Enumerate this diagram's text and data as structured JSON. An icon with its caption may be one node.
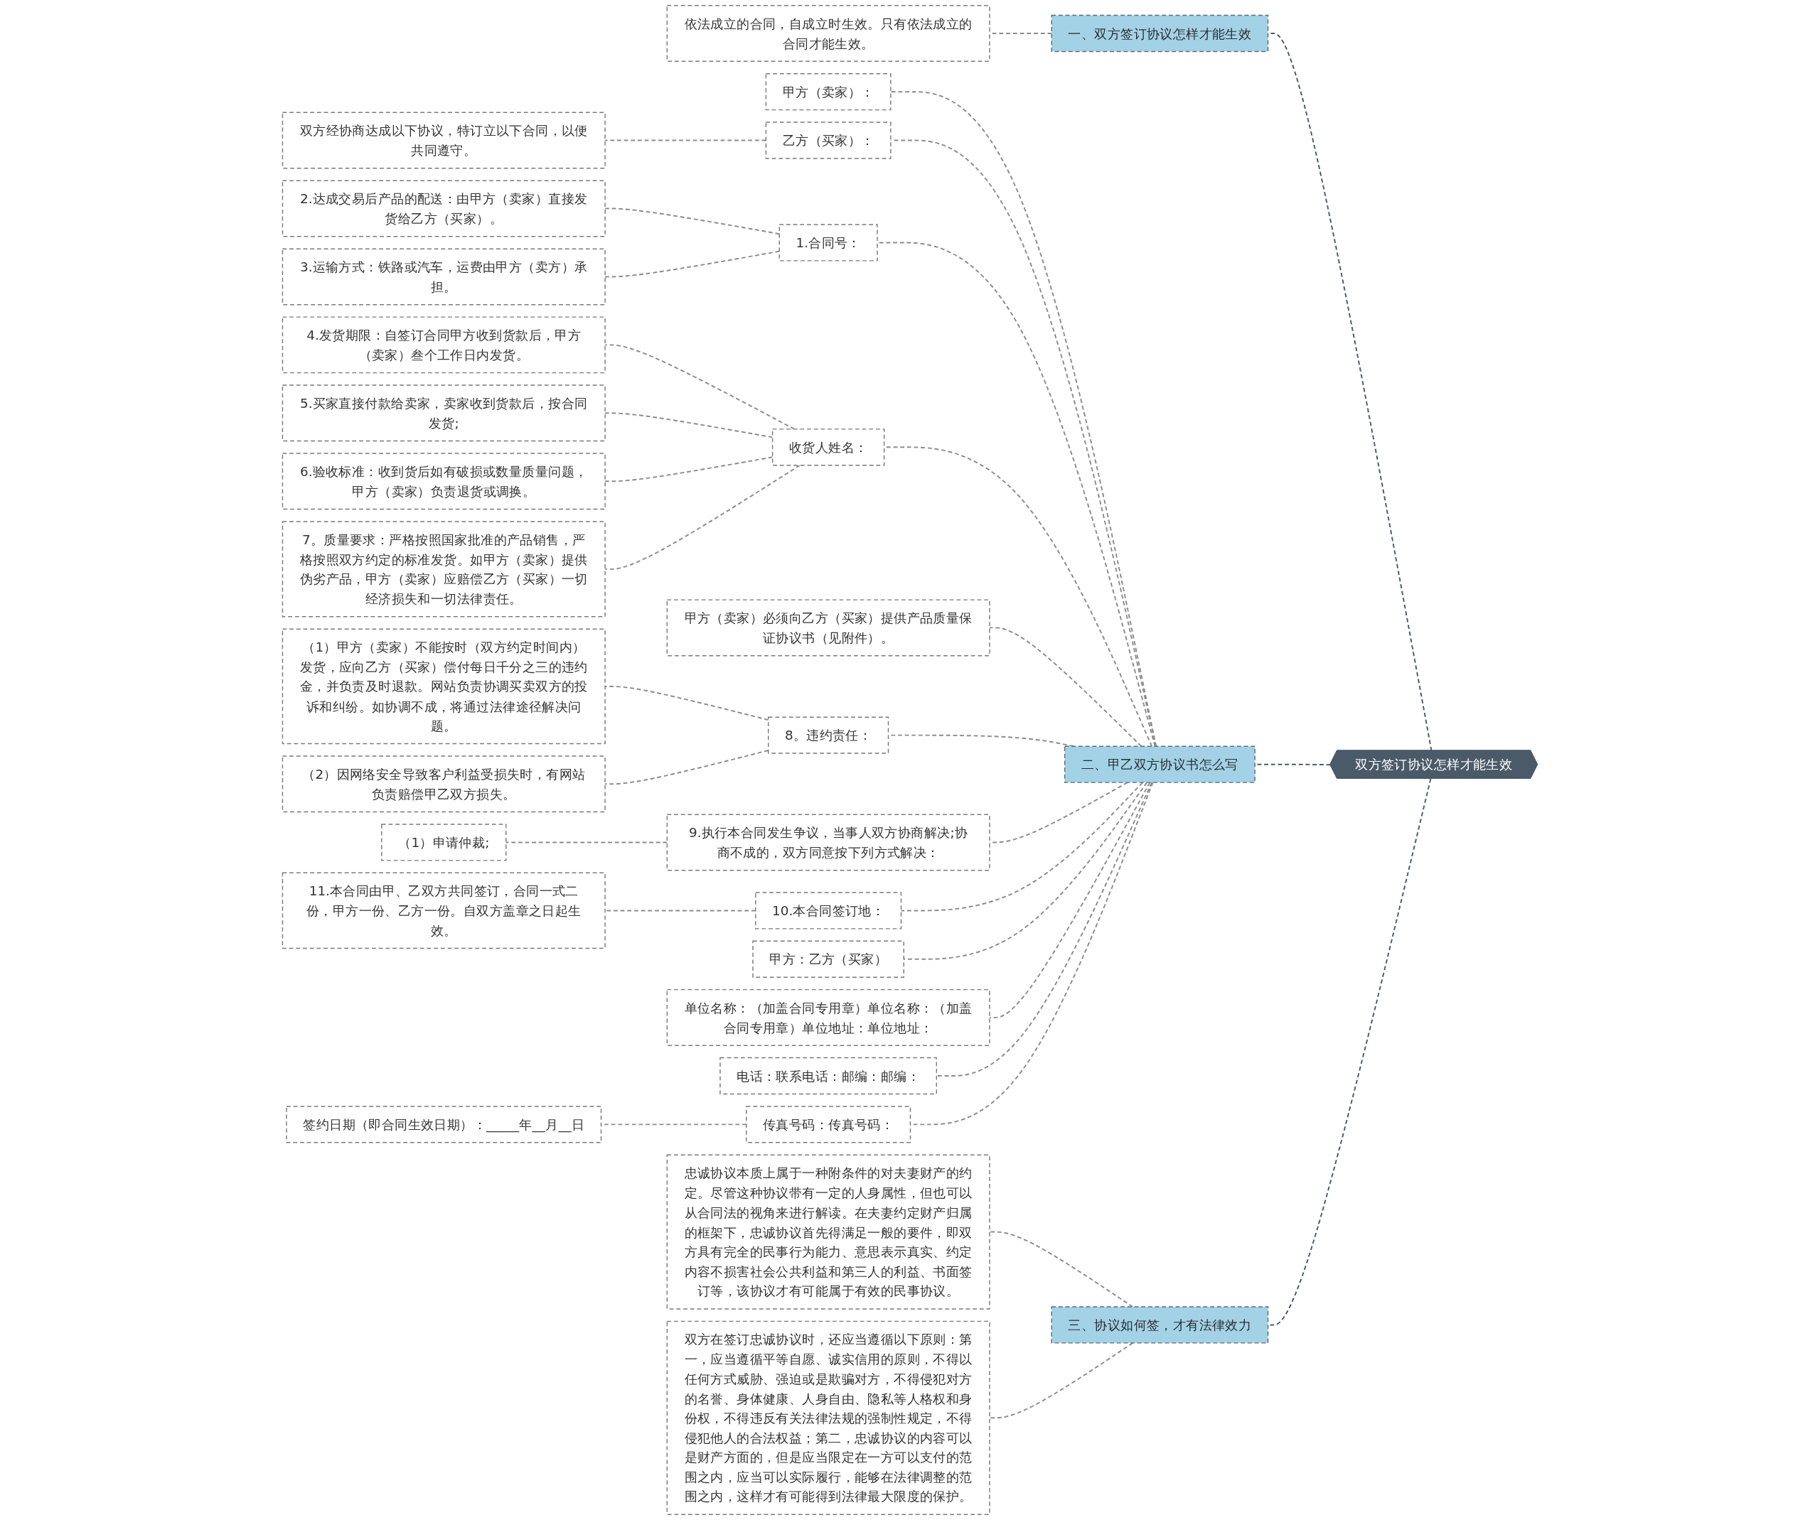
{
  "diagram": {
    "nodes": [
      {
        "text": [
          "双方签订协议怎样才能生效"
        ]
      },
      {
        "text": [
          "一、双方签订协议怎样才能生效"
        ]
      },
      {
        "text": [
          "依法成立的合同，自成立时生效。只有依法成立的合同才能生效。"
        ]
      },
      {
        "text": [
          "二、甲乙双方协议书怎么写"
        ]
      },
      {
        "text": [
          "甲方（卖家）："
        ]
      },
      {
        "text": [
          "乙方（买家）："
        ]
      },
      {
        "text": [
          "双方经协商达成以下协议，特订立以下合同，以便共同遵守。"
        ]
      },
      {
        "text": [
          "1.合同号："
        ]
      },
      {
        "text": [
          "2.达成交易后产品的配送：由甲方（卖家）直接发货给乙方（买家）。"
        ]
      },
      {
        "text": [
          "3.运输方式：铁路或汽车，运费由甲方（卖方）承担。"
        ]
      },
      {
        "text": [
          "收货人姓名："
        ]
      },
      {
        "text": [
          "4.发货期限：自签订合同甲方收到货款后，甲方（卖家）叁个工作日内发货。"
        ]
      },
      {
        "text": [
          "5.买家直接付款给卖家，卖家收到货款后，按合同发货;"
        ]
      },
      {
        "text": [
          "6.验收标准：收到货后如有破损或数量质量问题，甲方（卖家）负责退货或调换。"
        ]
      },
      {
        "text": [
          "7。质量要求：严格按照国家批准的产品销售，严格按照双方约定的标准发货。如甲方（卖家）提供伪劣产品，甲方（卖家）应赔偿乙方（买家）一切经济损失和一切法律责任。"
        ]
      },
      {
        "text": [
          "甲方（卖家）必须向乙方（买家）提供产品质量保证协议书（见附件）。"
        ]
      },
      {
        "text": [
          "8。违约责任："
        ]
      },
      {
        "text": [
          "（1）甲方（卖家）不能按时（双方约定时间内）发货，应向乙方（买家）偿付每日千分之三的违约金，并负责及时退款。网站负责协调买卖双方的投诉和纠纷。如协调不成，将通过法律途径解决问题。"
        ]
      },
      {
        "text": [
          "（2）因网络安全导致客户利益受损失时，有网站负责赔偿甲乙双方损失。"
        ]
      },
      {
        "text": [
          "9.执行本合同发生争议，当事人双方协商解决;协商不成的，双方同意按下列方式解决："
        ]
      },
      {
        "text": [
          "（1）申请仲裁;"
        ]
      },
      {
        "text": [
          "10.本合同签订地："
        ]
      },
      {
        "text": [
          "11.本合同由甲、乙双方共同签订，合同一式二份，甲方一份、乙方一份。自双方盖章之日起生效。"
        ]
      },
      {
        "text": [
          "甲方：乙方（买家）"
        ]
      },
      {
        "text": [
          "单位名称：（加盖合同专用章）单位名称：（加盖合同专用章）单位地址：单位地址："
        ]
      },
      {
        "text": [
          "电话：联系电话：邮编：邮编："
        ]
      },
      {
        "text": [
          "传真号码：传真号码："
        ]
      },
      {
        "text": [
          "签约日期（即合同生效日期）：_____年__月__日"
        ]
      },
      {
        "text": [
          "三、协议如何签，才有法律效力"
        ]
      },
      {
        "text": [
          "忠诚协议本质上属于一种附条件的对夫妻财产的约定。尽管这种协议带有一定的人身属性，但也可以从合同法的视角来进行解读。在夫妻约定财产归属的框架下，忠诚协议首先得满足一般的要件，即双方具有完全的民事行为能力、意思表示真实、约定内容不损害社会公共利益和第三人的利益、书面签订等，该协议才有可能属于有效的民事协议。"
        ]
      },
      {
        "text": [
          "双方在签订忠诚协议时，还应当遵循以下原则：第一，应当遵循平等自愿、诚实信用的原则，不得以任何方式威胁、强迫或是欺骗对方，不得侵犯对方的名誉、身体健康、人身自由、隐私等人格权和身份权，不得违反有关法律法规的强制性规定，不得侵犯他人的合法权益；第二，忠诚协议的内容可以是财产方面的，但是应当限定在一方可以支付的范围之内，应当可以实际履行，能够在法律调整的范围之内，这样才有可能得到法律最大限度的保护。"
        ]
      }
    ],
    "edges": [
      {
        "from": 0,
        "to": 1,
        "arrow": "none",
        "style": "dashed",
        "color": "#4b5a68"
      },
      {
        "from": 1,
        "to": 2,
        "arrow": "none",
        "style": "dashed"
      },
      {
        "from": 0,
        "to": 3,
        "arrow": "none",
        "style": "dashed",
        "color": "#4b5a68"
      },
      {
        "from": 3,
        "to": 4,
        "arrow": "none",
        "style": "dashed"
      },
      {
        "from": 3,
        "to": 5,
        "arrow": "none",
        "style": "dashed"
      },
      {
        "from": 5,
        "to": 6,
        "arrow": "none",
        "style": "dashed"
      },
      {
        "from": 3,
        "to": 7,
        "arrow": "none",
        "style": "dashed"
      },
      {
        "from": 7,
        "to": 8,
        "arrow": "none",
        "style": "dashed"
      },
      {
        "from": 7,
        "to": 9,
        "arrow": "none",
        "style": "dashed"
      },
      {
        "from": 3,
        "to": 10,
        "arrow": "none",
        "style": "dashed"
      },
      {
        "from": 10,
        "to": 11,
        "arrow": "none",
        "style": "dashed"
      },
      {
        "from": 10,
        "to": 12,
        "arrow": "none",
        "style": "dashed"
      },
      {
        "from": 10,
        "to": 13,
        "arrow": "none",
        "style": "dashed"
      },
      {
        "from": 10,
        "to": 14,
        "arrow": "none",
        "style": "dashed"
      },
      {
        "from": 3,
        "to": 15,
        "arrow": "none",
        "style": "dashed"
      },
      {
        "from": 3,
        "to": 16,
        "arrow": "none",
        "style": "dashed"
      },
      {
        "from": 16,
        "to": 17,
        "arrow": "none",
        "style": "dashed"
      },
      {
        "from": 16,
        "to": 18,
        "arrow": "none",
        "style": "dashed"
      },
      {
        "from": 3,
        "to": 19,
        "arrow": "none",
        "style": "dashed"
      },
      {
        "from": 19,
        "to": 20,
        "arrow": "none",
        "style": "dashed"
      },
      {
        "from": 3,
        "to": 21,
        "arrow": "none",
        "style": "dashed"
      },
      {
        "from": 21,
        "to": 22,
        "arrow": "none",
        "style": "dashed"
      },
      {
        "from": 3,
        "to": 23,
        "arrow": "none",
        "style": "dashed"
      },
      {
        "from": 3,
        "to": 24,
        "arrow": "none",
        "style": "dashed"
      },
      {
        "from": 3,
        "to": 25,
        "arrow": "none",
        "style": "dashed"
      },
      {
        "from": 3,
        "to": 26,
        "arrow": "none",
        "style": "dashed"
      },
      {
        "from": 26,
        "to": 27,
        "arrow": "none",
        "style": "dashed"
      },
      {
        "from": 0,
        "to": 28,
        "arrow": "none",
        "style": "dashed",
        "color": "#4b5a68"
      },
      {
        "from": 28,
        "to": 29,
        "arrow": "none",
        "style": "dashed"
      },
      {
        "from": 28,
        "to": 30,
        "arrow": "none",
        "style": "dashed"
      }
    ]
  }
}
